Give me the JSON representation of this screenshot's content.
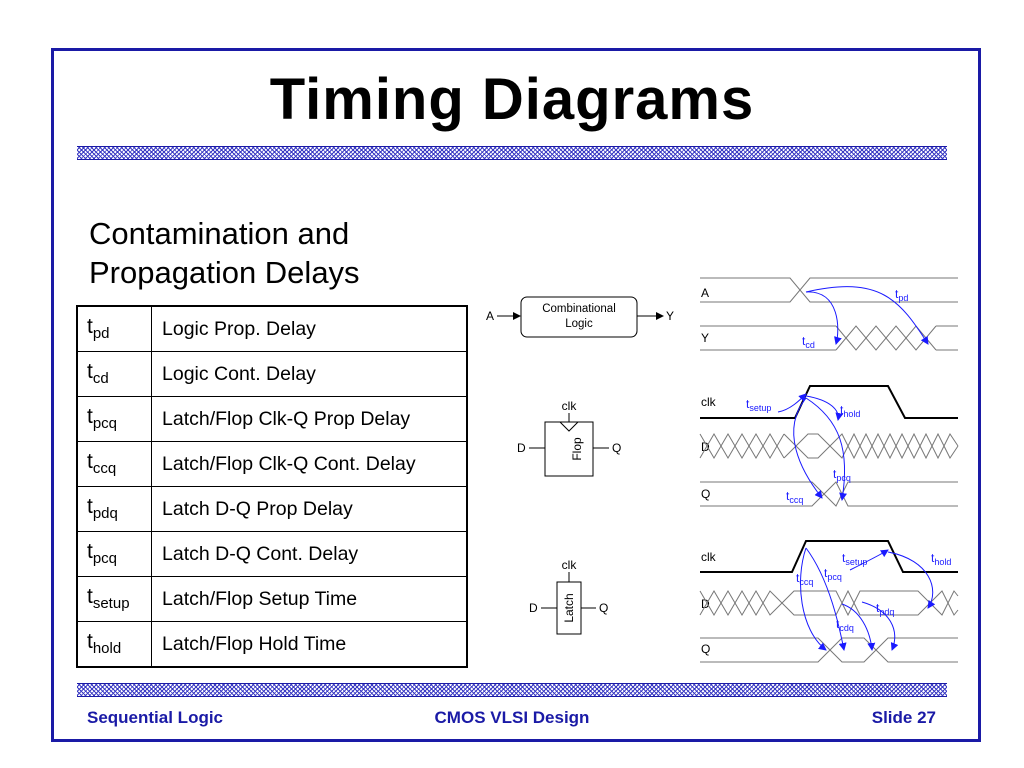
{
  "slide": {
    "title": "Timing Diagrams",
    "subtitle_line1": "Contamination and",
    "subtitle_line2": "Propagation Delays"
  },
  "table": {
    "rows": [
      {
        "sym": "t",
        "sub": "pd",
        "desc": "Logic Prop. Delay"
      },
      {
        "sym": "t",
        "sub": "cd",
        "desc": "Logic Cont. Delay"
      },
      {
        "sym": "t",
        "sub": "pcq",
        "desc": "Latch/Flop Clk-Q Prop Delay"
      },
      {
        "sym": "t",
        "sub": "ccq",
        "desc": "Latch/Flop Clk-Q Cont. Delay"
      },
      {
        "sym": "t",
        "sub": "pdq",
        "desc": "Latch D-Q Prop Delay"
      },
      {
        "sym": "t",
        "sub": "pcq",
        "desc": "Latch D-Q Cont. Delay"
      },
      {
        "sym": "t",
        "sub": "setup",
        "desc": "Latch/Flop Setup Time"
      },
      {
        "sym": "t",
        "sub": "hold",
        "desc": "Latch/Flop Hold Time"
      }
    ]
  },
  "blocks": {
    "comb": {
      "input": "A",
      "output": "Y",
      "line1": "Combinational",
      "line2": "Logic"
    },
    "flop": {
      "clk": "clk",
      "d": "D",
      "q": "Q",
      "name": "Flop"
    },
    "latch": {
      "clk": "clk",
      "d": "D",
      "q": "Q",
      "name": "Latch"
    }
  },
  "waves": {
    "comb": {
      "sig_a": "A",
      "sig_y": "Y",
      "t": "t",
      "pd": "pd",
      "cd": "cd"
    },
    "flop": {
      "clk": "clk",
      "d": "D",
      "q": "Q",
      "t": "t",
      "setup": "setup",
      "hold": "hold",
      "pcq": "pcq",
      "ccq": "ccq"
    },
    "latch": {
      "clk": "clk",
      "d": "D",
      "q": "Q",
      "t": "t",
      "ccq": "ccq",
      "pcq": "pcq",
      "setup": "setup",
      "hold": "hold",
      "pdq": "pdq",
      "cdq": "cdq"
    }
  },
  "footer": {
    "left": "Sequential Logic",
    "center": "CMOS VLSI Design",
    "right": "Slide 27"
  },
  "colors": {
    "frame": "#1a1aa6",
    "footer_text": "#1a1aa6",
    "annotation": "#1a1aff"
  }
}
